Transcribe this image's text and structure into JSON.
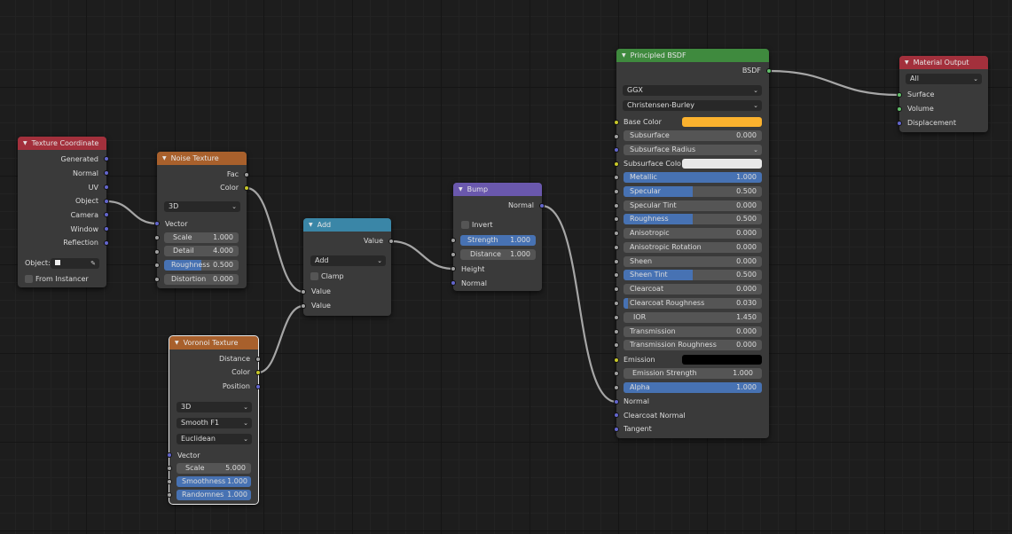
{
  "colors": {
    "header_texture_coordinate": "#a3303c",
    "header_noise": "#a8602c",
    "header_voronoi": "#a8602c",
    "header_add": "#3a86a7",
    "header_bump": "#6a58ad",
    "header_principled": "#3f8a3e",
    "header_output": "#a3303c",
    "socket_vector": "#6366cd",
    "socket_color": "#c7c729",
    "socket_float": "#a1a1a1",
    "socket_shader": "#62c16b",
    "base_color": "#fbb22e",
    "subsurface_color": "#e8e8e8",
    "emission_color": "#000000"
  },
  "texture_coordinate": {
    "title": "Texture Coordinate",
    "outputs": [
      "Generated",
      "Normal",
      "UV",
      "Object",
      "Camera",
      "Window",
      "Reflection"
    ],
    "object_label": "Object:",
    "from_instancer": "From Instancer"
  },
  "noise": {
    "title": "Noise Texture",
    "outputs": [
      "Fac",
      "Color"
    ],
    "dimensions": "3D",
    "vector": "Vector",
    "scale": {
      "label": "Scale",
      "value": "1.000"
    },
    "detail": {
      "label": "Detail",
      "value": "4.000"
    },
    "roughness": {
      "label": "Roughness",
      "value": "0.500",
      "fraction": 0.5
    },
    "distortion": {
      "label": "Distortion",
      "value": "0.000"
    }
  },
  "voronoi": {
    "title": "Voronoi Texture",
    "outputs": [
      "Distance",
      "Color",
      "Position"
    ],
    "dimensions": "3D",
    "feature": "Smooth F1",
    "metric": "Euclidean",
    "vector": "Vector",
    "scale": {
      "label": "Scale",
      "value": "5.000"
    },
    "smoothness": {
      "label": "Smoothness",
      "value": "1.000",
      "fraction": 1.0
    },
    "randomness": {
      "label": "Randomnes",
      "value": "1.000",
      "fraction": 1.0
    }
  },
  "add": {
    "title": "Add",
    "output": "Value",
    "operation": "Add",
    "clamp": "Clamp",
    "input1": "Value",
    "input2": "Value"
  },
  "bump": {
    "title": "Bump",
    "output": "Normal",
    "invert": "Invert",
    "strength": {
      "label": "Strength",
      "value": "1.000",
      "fraction": 1.0
    },
    "distance": {
      "label": "Distance",
      "value": "1.000"
    },
    "height": "Height",
    "normal": "Normal"
  },
  "principled": {
    "title": "Principled BSDF",
    "output": "BSDF",
    "distribution": "GGX",
    "subsurface_method": "Christensen-Burley",
    "base_color": "Base Color",
    "subsurface": {
      "label": "Subsurface",
      "value": "0.000"
    },
    "subsurface_radius": "Subsurface Radius",
    "subsurface_color": "Subsurface Colo",
    "metallic": {
      "label": "Metallic",
      "value": "1.000",
      "fraction": 1.0
    },
    "specular": {
      "label": "Specular",
      "value": "0.500",
      "fraction": 0.5
    },
    "specular_tint": {
      "label": "Specular Tint",
      "value": "0.000"
    },
    "roughness": {
      "label": "Roughness",
      "value": "0.500",
      "fraction": 0.5
    },
    "anisotropic": {
      "label": "Anisotropic",
      "value": "0.000"
    },
    "anisotropic_rotation": {
      "label": "Anisotropic Rotation",
      "value": "0.000"
    },
    "sheen": {
      "label": "Sheen",
      "value": "0.000"
    },
    "sheen_tint": {
      "label": "Sheen Tint",
      "value": "0.500",
      "fraction": 0.5
    },
    "clearcoat": {
      "label": "Clearcoat",
      "value": "0.000"
    },
    "clearcoat_roughness": {
      "label": "Clearcoat Roughness",
      "value": "0.030",
      "fraction": 0.03
    },
    "ior": {
      "label": "IOR",
      "value": "1.450"
    },
    "transmission": {
      "label": "Transmission",
      "value": "0.000"
    },
    "transmission_roughness": {
      "label": "Transmission Roughness",
      "value": "0.000"
    },
    "emission": "Emission",
    "emission_strength": {
      "label": "Emission Strength",
      "value": "1.000"
    },
    "alpha": {
      "label": "Alpha",
      "value": "1.000",
      "fraction": 1.0
    },
    "normal": "Normal",
    "clearcoat_normal": "Clearcoat Normal",
    "tangent": "Tangent"
  },
  "output": {
    "title": "Material Output",
    "target": "All",
    "inputs": [
      "Surface",
      "Volume",
      "Displacement"
    ]
  }
}
